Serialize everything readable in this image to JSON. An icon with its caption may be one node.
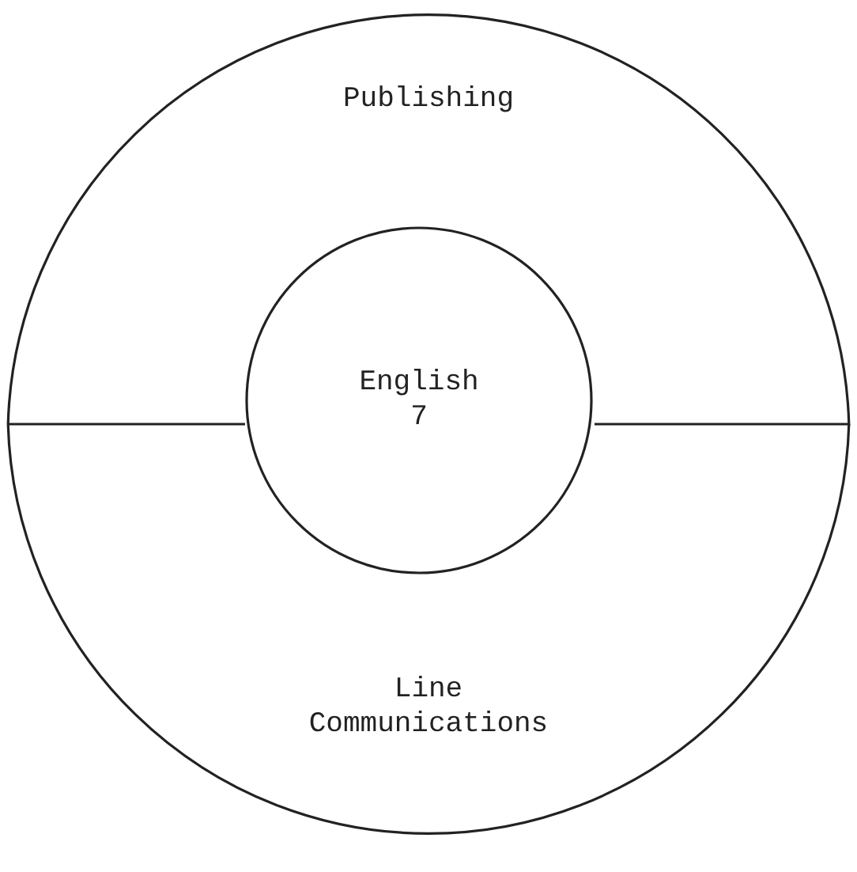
{
  "diagram": {
    "nodes": [
      {
        "text": [
          "Publishing"
        ]
      },
      {
        "text": [
          "English 7"
        ]
      },
      {
        "text": [
          "Line Communications"
        ]
      }
    ],
    "edges": []
  }
}
